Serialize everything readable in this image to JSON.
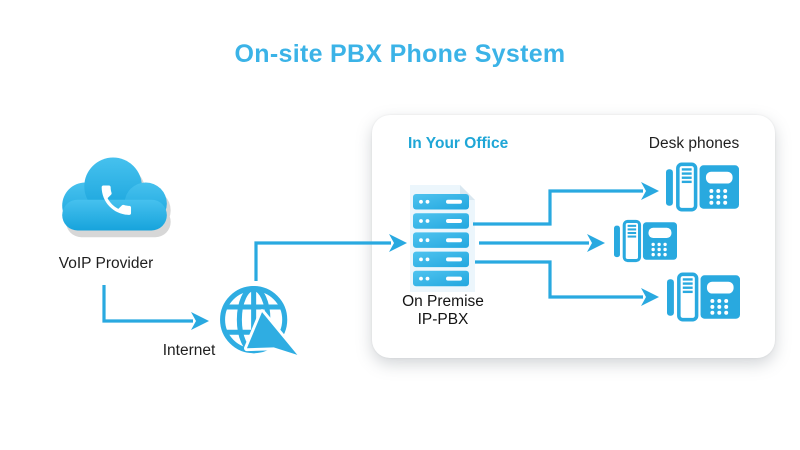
{
  "title": "On-site PBX Phone System",
  "colors": {
    "accent_cyan": "#29abe2",
    "title_cyan": "#3bb3e7",
    "office_heading_cyan": "#1fa6d6",
    "text_dark": "#1f1f1f",
    "cloud_gradient_top": "#46c1ee",
    "cloud_gradient_bottom": "#17a3dc",
    "shadow_gray": "#d7d7d7"
  },
  "icons": [
    "cloud-icon",
    "phone-handset-icon",
    "globe-icon",
    "navigation-cursor-icon",
    "server-rack-icon",
    "desk-phone-icon",
    "arrow-head-icon"
  ],
  "voip_provider": {
    "label": "VoIP Provider"
  },
  "internet": {
    "label": "Internet"
  },
  "office": {
    "heading": "In Your Office",
    "pbx": {
      "label_line1": "On Premise",
      "label_line2": "IP-PBX"
    },
    "desk_phones": {
      "label": "Desk phones",
      "count": 3
    }
  },
  "connections": [
    {
      "from": "voip-provider",
      "to": "internet"
    },
    {
      "from": "internet",
      "to": "on-premise-ip-pbx"
    },
    {
      "from": "on-premise-ip-pbx",
      "to": "desk-phone-1"
    },
    {
      "from": "on-premise-ip-pbx",
      "to": "desk-phone-2"
    },
    {
      "from": "on-premise-ip-pbx",
      "to": "desk-phone-3"
    }
  ]
}
